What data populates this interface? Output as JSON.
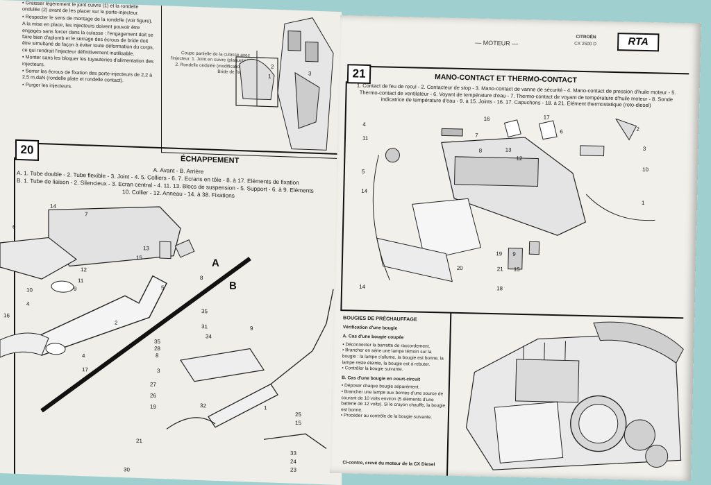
{
  "left_page": {
    "intro_bullets": [
      "• Graisser légèrement le joint cuivre (1) et la rondelle ondulée (2) avant de les placer sur le porte-injecteur.",
      "• Respecter le sens de montage de la rondelle (voir figure).",
      "A la mise en place, les injecteurs doivent pouvoir être engagés sans forcer dans la culasse : l'engagement doit se faire bien d'aplomb et le serrage des écrous de bride doit être simultané de façon à éviter toute déformation du corps, ce qui rendrait l'injecteur définitivement inutilisable.",
      "• Monter sans les bloquer les tuyauteries d'alimentation des injecteurs.",
      "• Serrer les écrous de fixation des porte-injecteurs de 2,2 à 2,5 m.daN (rondelle plate et rondelle contact).",
      "• Purger les injecteurs."
    ],
    "injector_caption": "Coupe partielle de la culasse avec l'injecteur. 1. Joint en cuivre (plaquette). 2. Rondelle ondulée (modification). 3. Bride de fixation",
    "injector_callouts": [
      "2",
      "1",
      "3"
    ],
    "section": {
      "number": "20",
      "title": "ÉCHAPPEMENT",
      "legend_lines": [
        "A. Avant - B. Arrière",
        "A. 1. Tube double - 2. Tube flexible - 3. Joint - 4. 5. Colliers - 6. 7. Ecrans en tôle - 8. à 17. Eléments de fixation",
        "B. 1. Tube de liaison - 2. Silencieux - 3. Ecran central - 4. 11. 13. Blocs de suspension - 5. Support - 6. à 9. Eléments",
        "10. Collier - 12. Anneau - 14. à 38. Fixations"
      ],
      "label_A": "A",
      "label_B": "B",
      "callouts_A": [
        "14",
        "7",
        "6",
        "13",
        "15",
        "12",
        "10",
        "11",
        "9",
        "8",
        "5",
        "2",
        "4",
        "16",
        "4",
        "17",
        "1"
      ],
      "callouts_B": [
        "35",
        "31",
        "9",
        "34",
        "35",
        "28",
        "8",
        "3",
        "27",
        "26",
        "19",
        "32",
        "1",
        "25",
        "15",
        "21",
        "30",
        "33",
        "24",
        "23"
      ]
    }
  },
  "right_page": {
    "header": {
      "section": "— MOTEUR —",
      "brand": "CITROËN",
      "model": "CX 2500 D",
      "logo": "RTA"
    },
    "section": {
      "number": "21",
      "title": "MANO-CONTACT ET THERMO-CONTACT",
      "legend": "1. Contact de feu de recul - 2. Contacteur de stop - 3. Mano-contact de vanne de sécurité - 4. Mano-contact de pression d'huile moteur - 5. Thermo-contact de ventilateur - 6. Voyant de température d'eau - 7. Thermo-contact de voyant de température d'huile moteur - 8. Sonde indicatrice de température d'eau - 9. à 15. Joints - 16. 17. Capuchons - 18. à 21. Elément thermostatique (roto-diesel)",
      "callouts": [
        "4",
        "11",
        "16",
        "7",
        "17",
        "8",
        "6",
        "2",
        "13",
        "12",
        "3",
        "10",
        "5",
        "14",
        "1",
        "9",
        "19",
        "20",
        "21",
        "15",
        "18",
        "14"
      ]
    },
    "glow_plugs": {
      "title": "BOUGIES DE PRÉCHAUFFAGE",
      "subtitle": "Vérification d'une bougie",
      "case_a": "A. Cas d'une bougie coupée",
      "case_a_items": [
        "• Déconnecter la barrette de raccordement.",
        "• Brancher en série une lampe témoin sur la bougie : la lampe s'allume, la bougie est bonne, la lampe reste éteinte, la bougie est à rebuter.",
        "• Contrôler la bougie suivante."
      ],
      "case_b": "B. Cas d'une bougie en court-circuit",
      "case_b_items": [
        "• Déposer chaque bougie séparément.",
        "• Brancher une lampe aux bornes d'une source de courant de 10 volts environ (5 éléments d'une batterie de 12 volts). Si le crayon chauffe, la bougie est bonne.",
        "• Procéder au contrôle de la bougie suivante."
      ],
      "caption": "Ci-contre, crevé du moteur de la CX Diesel"
    }
  }
}
